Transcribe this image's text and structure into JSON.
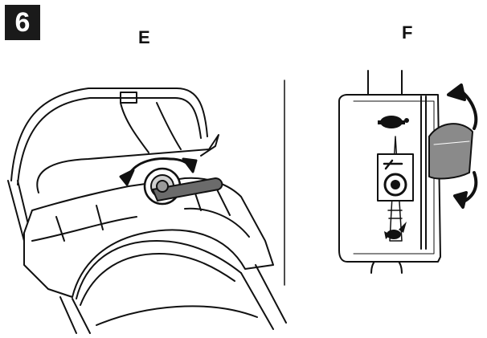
{
  "step": {
    "number": "6"
  },
  "panels": [
    {
      "label": "E",
      "icons": [
        "height-lever-icon",
        "rotation-arrows-icon"
      ]
    },
    {
      "label": "F",
      "icons": [
        "turtle-slow-icon",
        "rabbit-fast-icon",
        "wheel-height-icon",
        "up-down-arrow-icon"
      ]
    }
  ],
  "colors": {
    "line": "#111111",
    "lever": "#6b6b6b",
    "badge": "#1a1a1a",
    "background": "#ffffff"
  }
}
